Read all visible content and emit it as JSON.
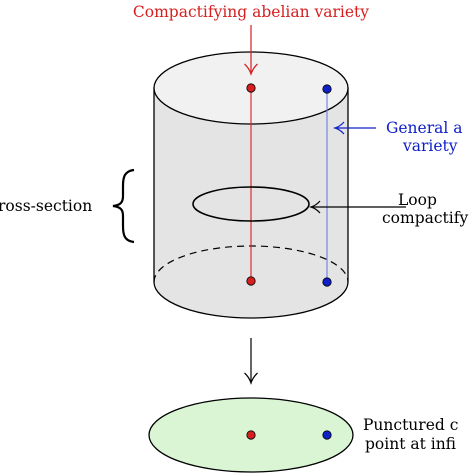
{
  "labels": {
    "top": "Compactifying abelian variety",
    "general_line1": "General a",
    "general_line2": "variety",
    "cross_section": "ross-section",
    "loop_line1": "Loop",
    "loop_line2": "compactify",
    "punctured_line1": "Punctured c",
    "punctured_line2": "point at infi"
  },
  "colors": {
    "red": "#d61f1f",
    "blue": "#1020c8",
    "cylinder_fill": "#e4e4e4",
    "top_fill": "#f1f1f1",
    "disc_fill": "#d9f5d4",
    "stroke": "#000000"
  }
}
